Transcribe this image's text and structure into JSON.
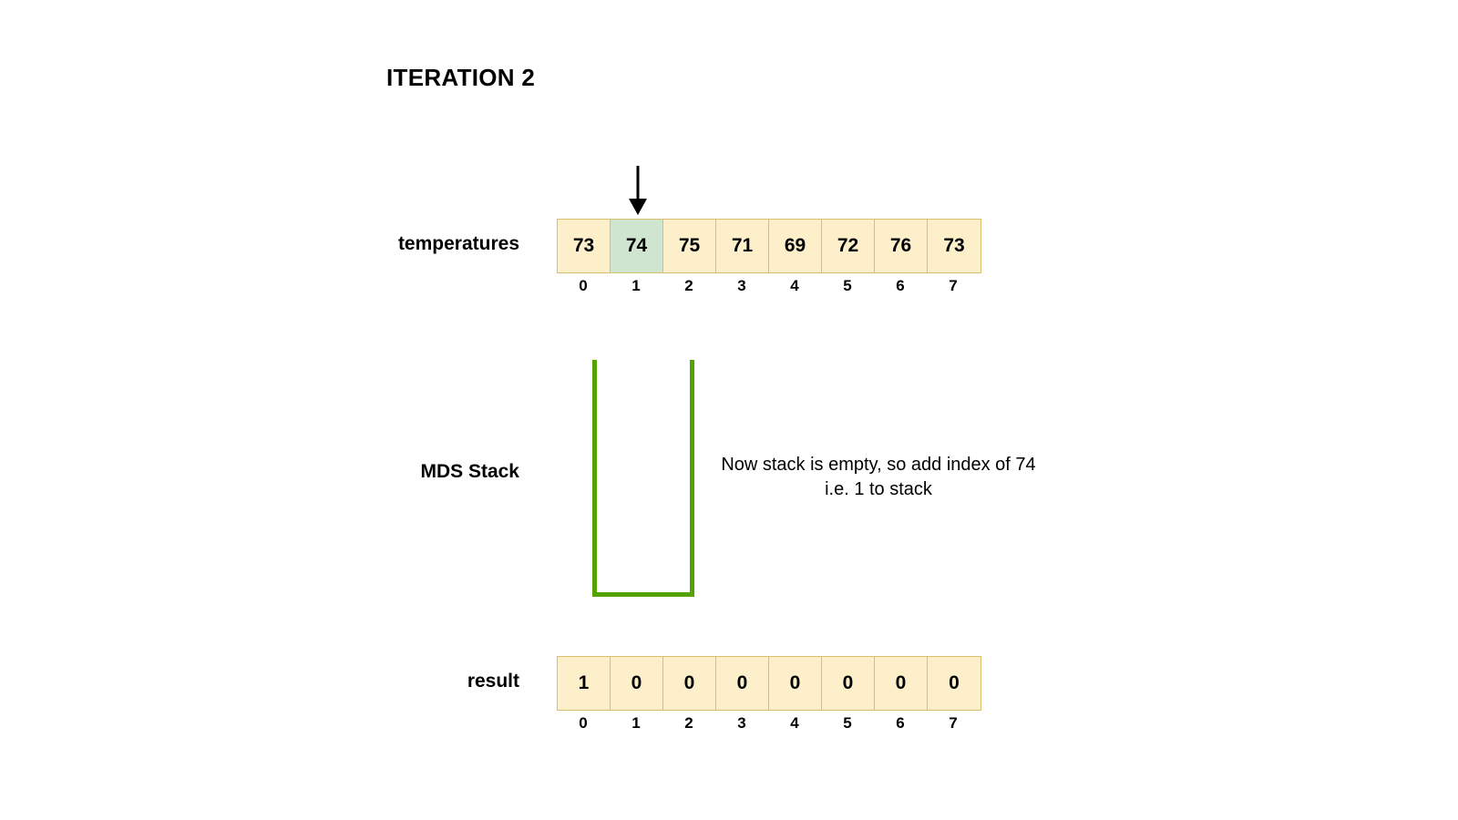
{
  "title": "ITERATION 2",
  "temperatures": {
    "label": "temperatures",
    "values": [
      "73",
      "74",
      "75",
      "71",
      "69",
      "72",
      "76",
      "73"
    ],
    "indices": [
      "0",
      "1",
      "2",
      "3",
      "4",
      "5",
      "6",
      "7"
    ],
    "highlight_index": 1
  },
  "stack": {
    "label": "MDS Stack",
    "items": [],
    "note": "Now stack is empty, so add index of 74 i.e. 1 to stack"
  },
  "result": {
    "label": "result",
    "values": [
      "1",
      "0",
      "0",
      "0",
      "0",
      "0",
      "0",
      "0"
    ],
    "indices": [
      "0",
      "1",
      "2",
      "3",
      "4",
      "5",
      "6",
      "7"
    ]
  },
  "colors": {
    "cell_fill": "#fdefc9",
    "cell_border": "#d9bf6e",
    "highlight_fill": "#cfe5cf",
    "stack_border": "#53a300",
    "text": "#000000",
    "background": "#ffffff"
  },
  "icons": {
    "pointer": "down-arrow-icon"
  }
}
